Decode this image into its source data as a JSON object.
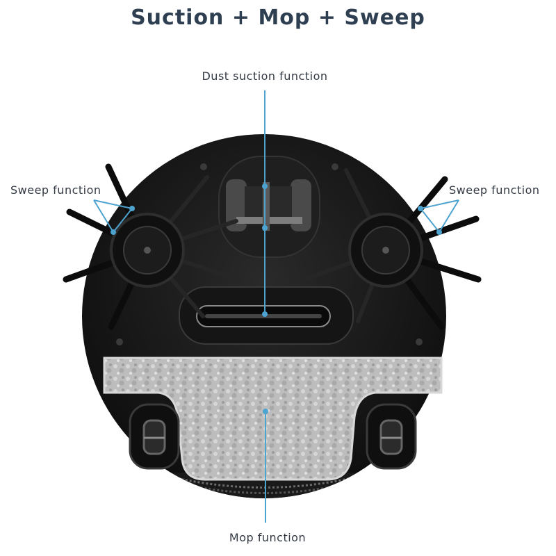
{
  "title": "Suction + Mop + Sweep",
  "labels": {
    "dust_suction": "Dust suction function",
    "sweep_left": "Sweep function",
    "sweep_right": "Sweep function",
    "mop": "Mop function"
  },
  "colors": {
    "title": "#2f3f52",
    "callout": "#4da3cf",
    "robot_body": "#141414",
    "mop_pad": "#b9b9b9"
  }
}
